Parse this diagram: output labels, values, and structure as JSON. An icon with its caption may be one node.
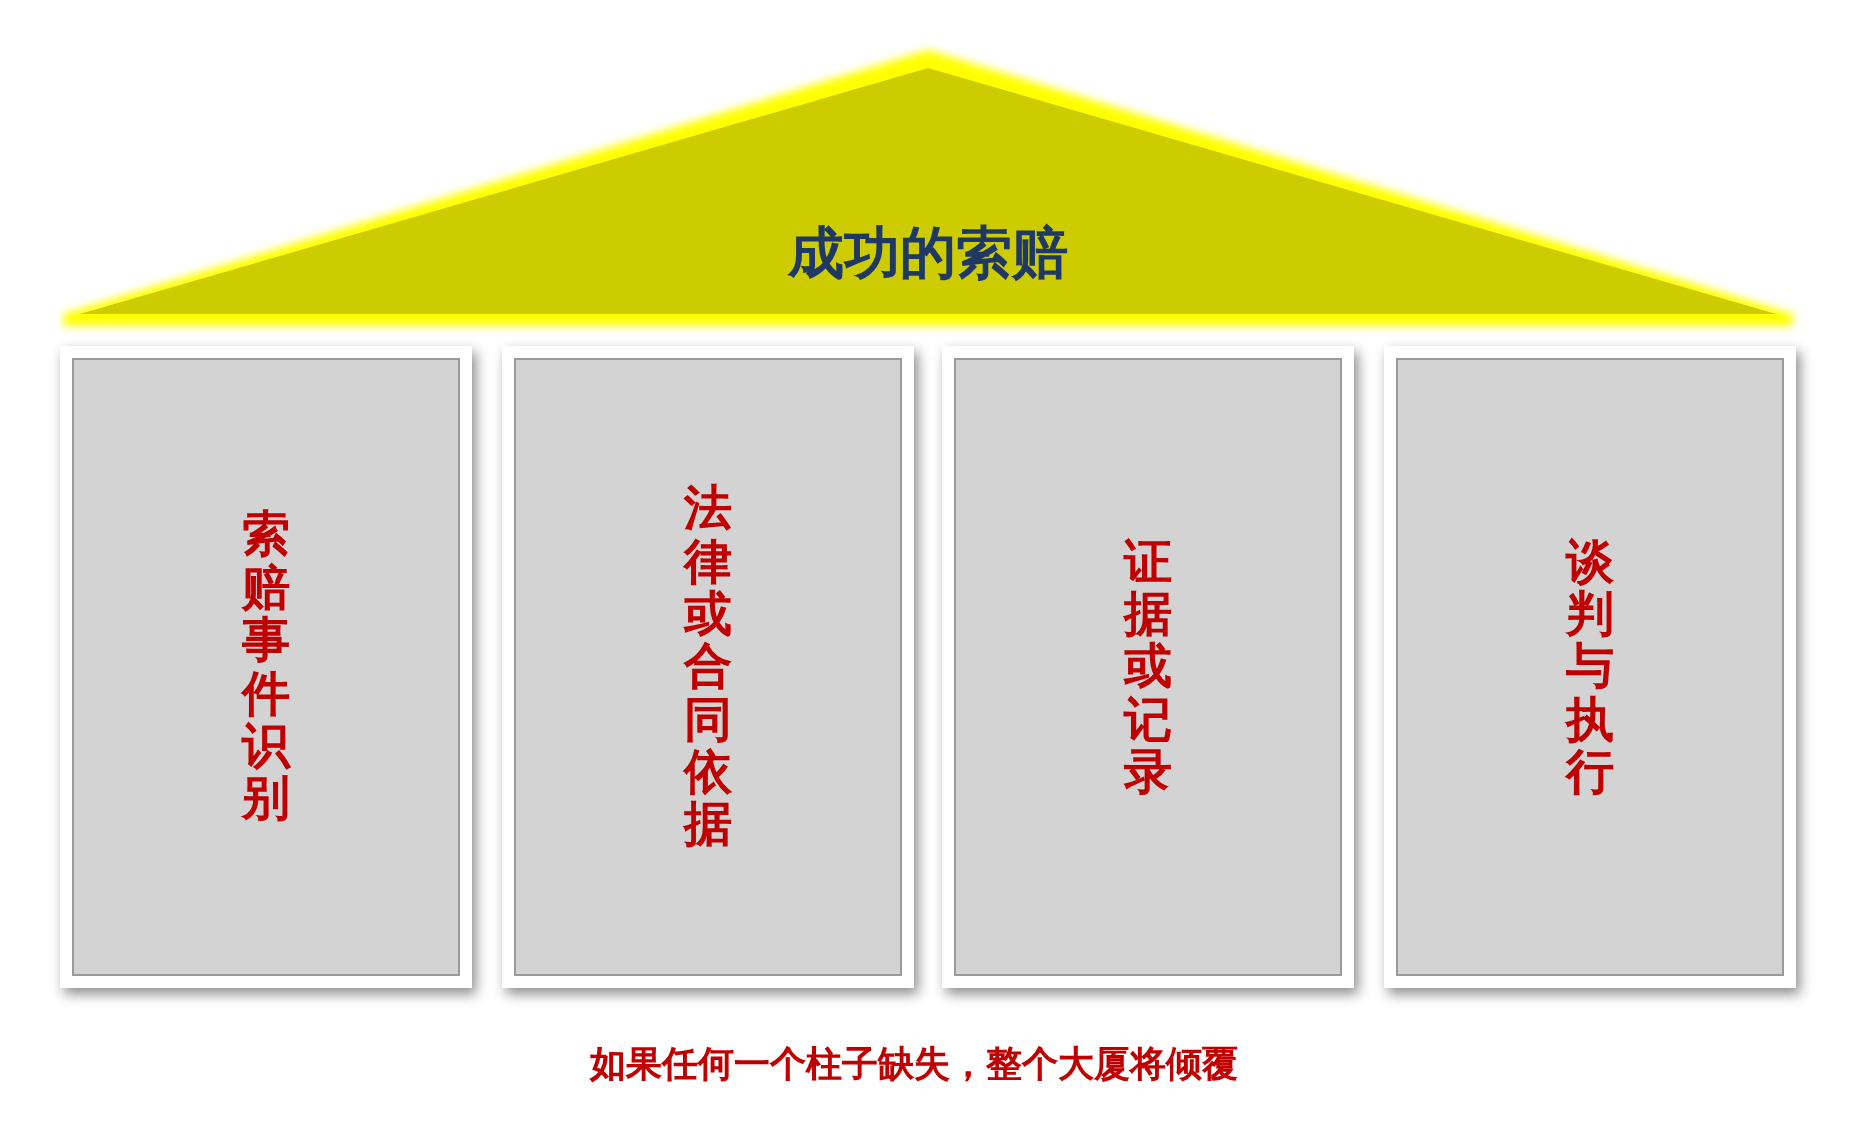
{
  "diagram": {
    "caption": "如果任何一个柱子缺失，整个大厦将倾覆",
    "nodes": [
      {
        "text": [
          "成功的索赔"
        ]
      },
      {
        "text": [
          "索赔事件识别"
        ]
      },
      {
        "text": [
          "法律或合同依据"
        ]
      },
      {
        "text": [
          "证据或记录"
        ]
      },
      {
        "text": [
          "谈判与执行"
        ]
      }
    ]
  }
}
